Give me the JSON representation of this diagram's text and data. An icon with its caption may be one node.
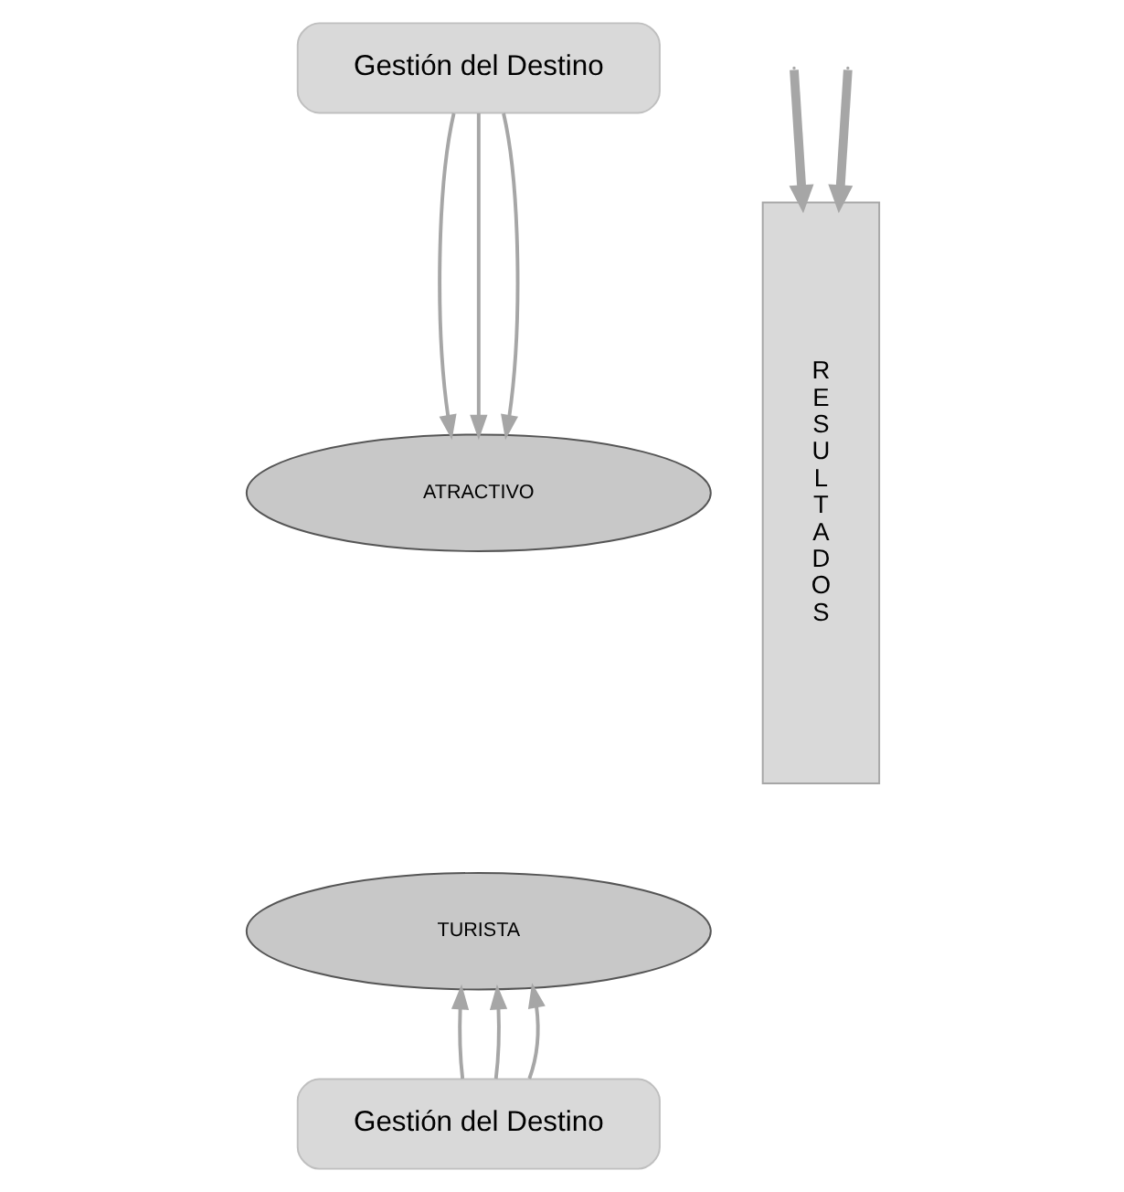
{
  "diagram": {
    "nodes": [
      {
        "text": [
          "Gestión del Destino"
        ]
      },
      {
        "text": [
          "ATRACTIVO"
        ]
      },
      {
        "text": [
          "TURISTA"
        ]
      },
      {
        "text": [
          "Gestión del Destino"
        ]
      },
      {
        "text": [
          "RESULTADOS"
        ]
      }
    ],
    "edges": [
      {
        "from": 0,
        "to": 1,
        "arrow": "to"
      },
      {
        "from": 0,
        "to": 1,
        "arrow": "to"
      },
      {
        "from": 0,
        "to": 1,
        "arrow": "to"
      },
      {
        "from": 3,
        "to": 2,
        "arrow": "to"
      },
      {
        "from": 3,
        "to": 2,
        "arrow": "to"
      },
      {
        "from": 3,
        "to": 2,
        "arrow": "to"
      },
      {
        "from": null,
        "to": 4,
        "arrow": "to",
        "style": "thick"
      },
      {
        "from": null,
        "to": 4,
        "arrow": "to",
        "style": "thick"
      }
    ]
  }
}
